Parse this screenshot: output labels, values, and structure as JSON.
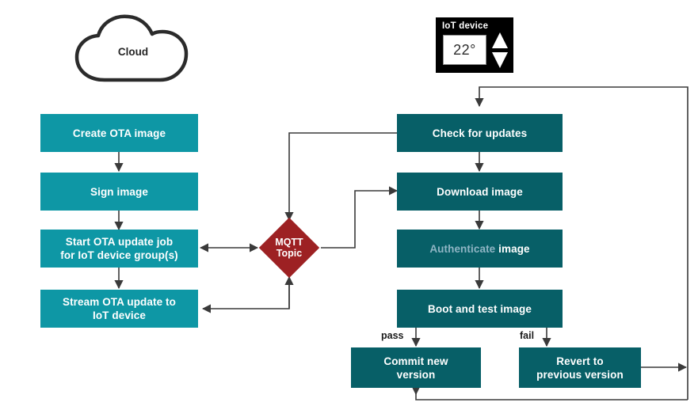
{
  "diagram": {
    "type": "flowchart",
    "title_visible": false,
    "colors": {
      "cloud_side_box": "#0e97a5",
      "device_side_box": "#075f67",
      "mqtt_diamond": "#9d2123",
      "iot_panel": "#000000",
      "connector": "#3a3a3a",
      "background": "#ffffff",
      "muted_text": "#8fb5c4"
    },
    "cloud": {
      "label": "Cloud",
      "icon": "cloud-shape"
    },
    "iot_device": {
      "title": "IoT device",
      "temperature": "22°",
      "stepper_icon": "up-down-arrows-icon"
    },
    "mqtt": {
      "line1": "MQTT",
      "line2": "Topic",
      "shape": "diamond"
    },
    "cloud_steps": [
      {
        "id": "create-ota-image",
        "label": "Create OTA image"
      },
      {
        "id": "sign-image",
        "label": "Sign image"
      },
      {
        "id": "start-ota-update-job",
        "label": "Start OTA update job\nfor IoT device group(s)"
      },
      {
        "id": "stream-ota-update",
        "label": "Stream OTA update to\nIoT device"
      }
    ],
    "device_steps": [
      {
        "id": "check-for-updates",
        "label": "Check for updates"
      },
      {
        "id": "download-image",
        "label": "Download image"
      },
      {
        "id": "authenticate-image",
        "label": "Authenticate image",
        "word_muted": "Authenticate",
        "word_strong": "image"
      },
      {
        "id": "boot-and-test-image",
        "label": "Boot and test image"
      }
    ],
    "outcome_steps": [
      {
        "id": "commit-new-version",
        "label": "Commit new\nversion",
        "edge_label": "pass"
      },
      {
        "id": "revert-to-previous-version",
        "label": "Revert to\nprevious version",
        "edge_label": "fail"
      }
    ],
    "edge_labels": {
      "pass": "pass",
      "fail": "fail"
    }
  }
}
